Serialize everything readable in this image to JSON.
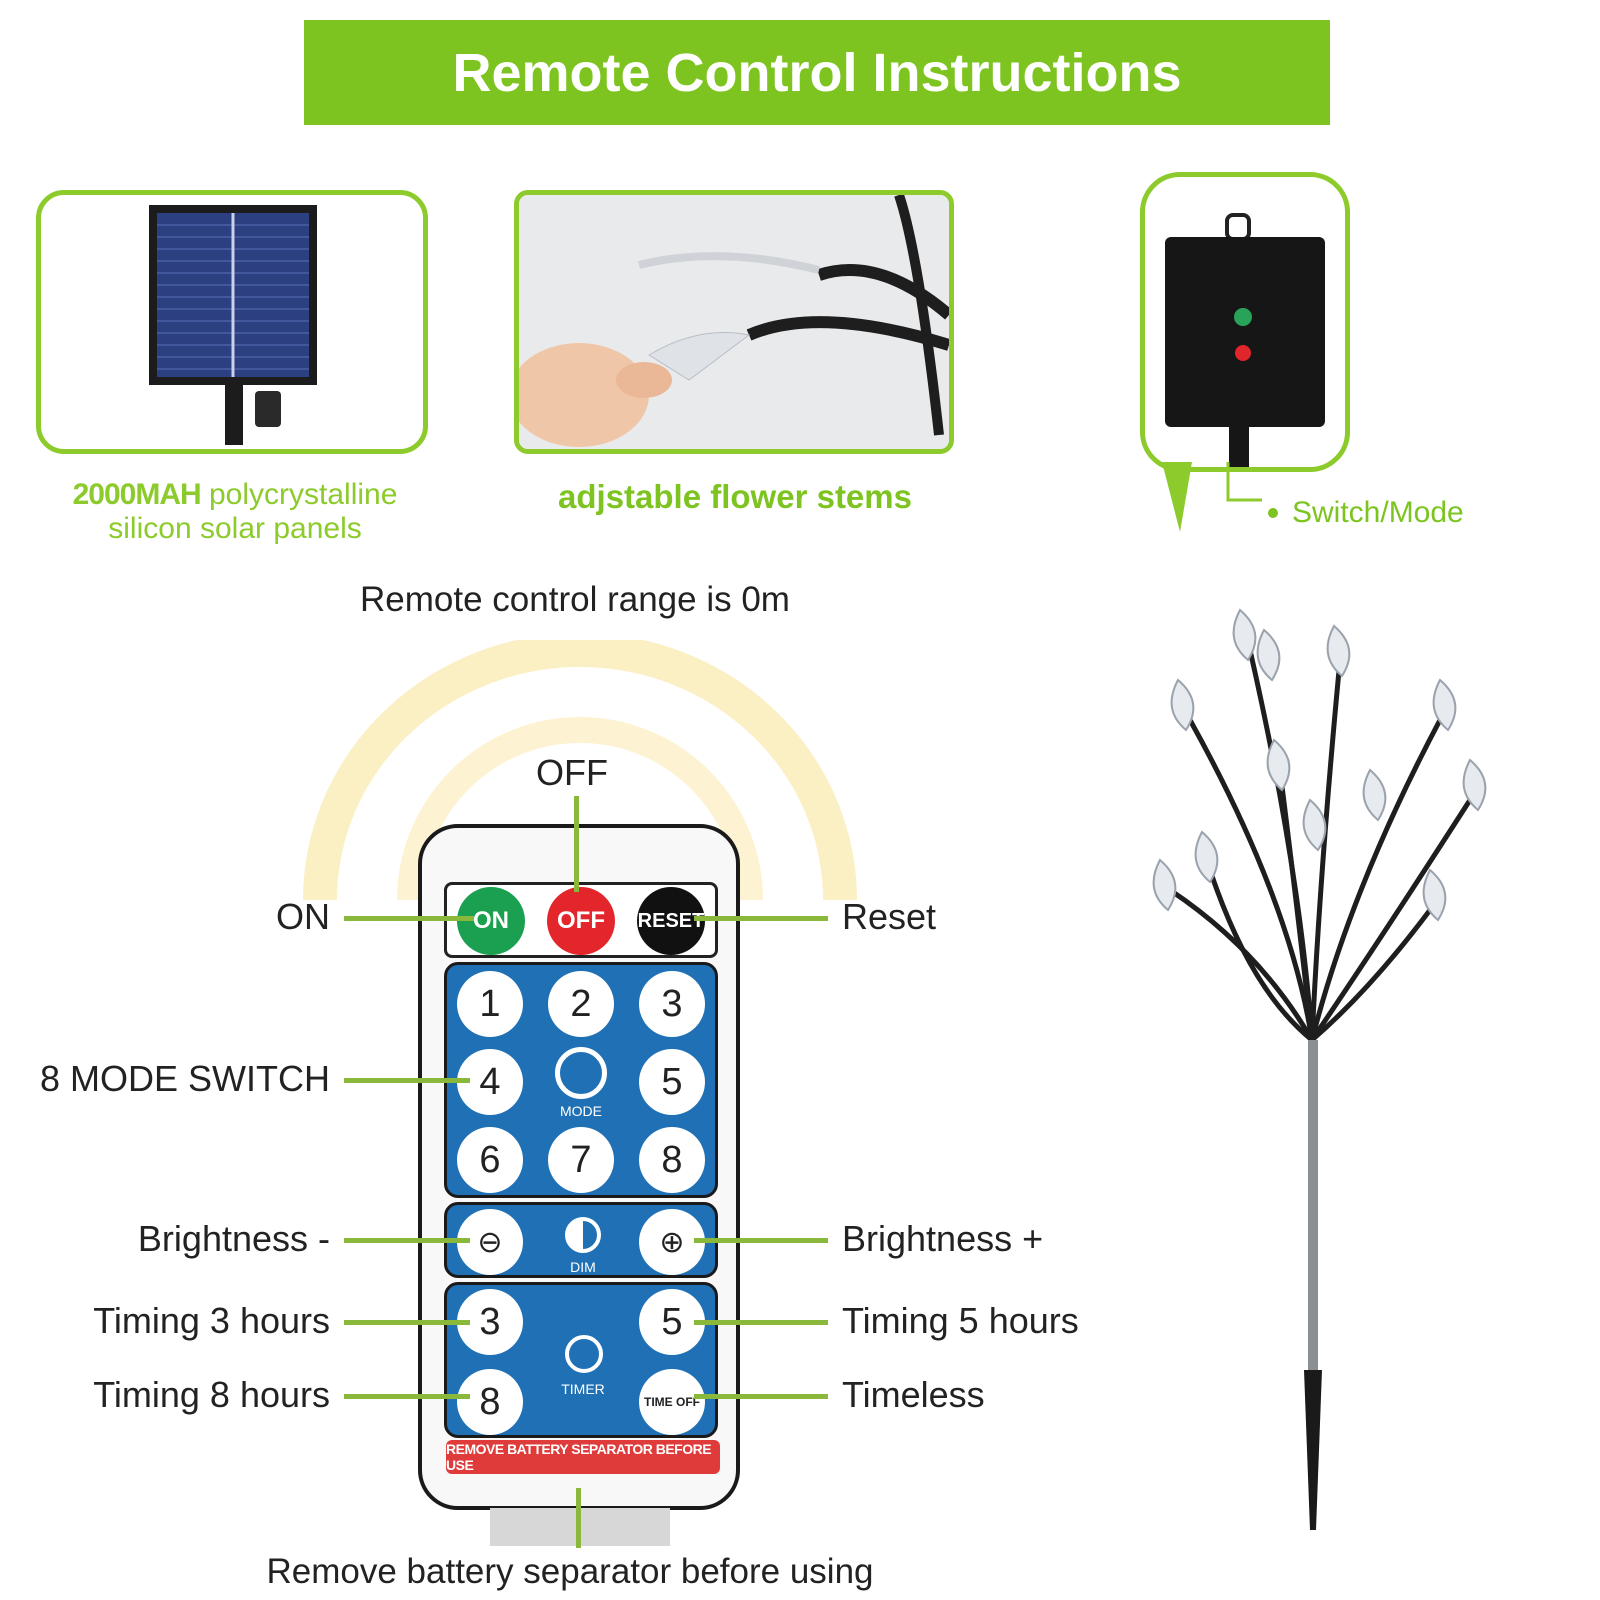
{
  "banner": {
    "title": "Remote Control Instructions"
  },
  "features": [
    {
      "caption_bold": "2000MAH",
      "caption_rest": " polycrystalline silicon solar panels"
    },
    {
      "caption": "adjstable flower stems"
    },
    {
      "caption": "Switch/Mode"
    }
  ],
  "range_note": "Remote control range is 0m",
  "remote": {
    "top_buttons": {
      "on": "ON",
      "off": "OFF",
      "reset": "RESET"
    },
    "numbers": [
      "1",
      "2",
      "3",
      "4",
      "5",
      "6",
      "7",
      "8"
    ],
    "mode_label": "MODE",
    "dim_label": "DIM",
    "timer_label": "TIMER",
    "timer_buttons": {
      "t3": "3",
      "t5": "5",
      "t8": "8",
      "timeoff": "TIME OFF"
    },
    "separator_strip": "REMOVE BATTERY SEPARATOR BEFORE USE"
  },
  "callouts": {
    "off": "OFF",
    "on": "ON",
    "reset": "Reset",
    "mode_switch": "8 MODE SWITCH",
    "brightness_minus": "Brightness -",
    "brightness_plus": "Brightness +",
    "timing3": "Timing 3 hours",
    "timing5": "Timing 5 hours",
    "timing8": "Timing 8 hours",
    "timeless": "Timeless",
    "separator": "Remove battery separator before using"
  },
  "colors": {
    "brand_green": "#7dc420",
    "on_green": "#1aa050",
    "off_red": "#e2262b",
    "remote_blue": "#1f70b5"
  }
}
